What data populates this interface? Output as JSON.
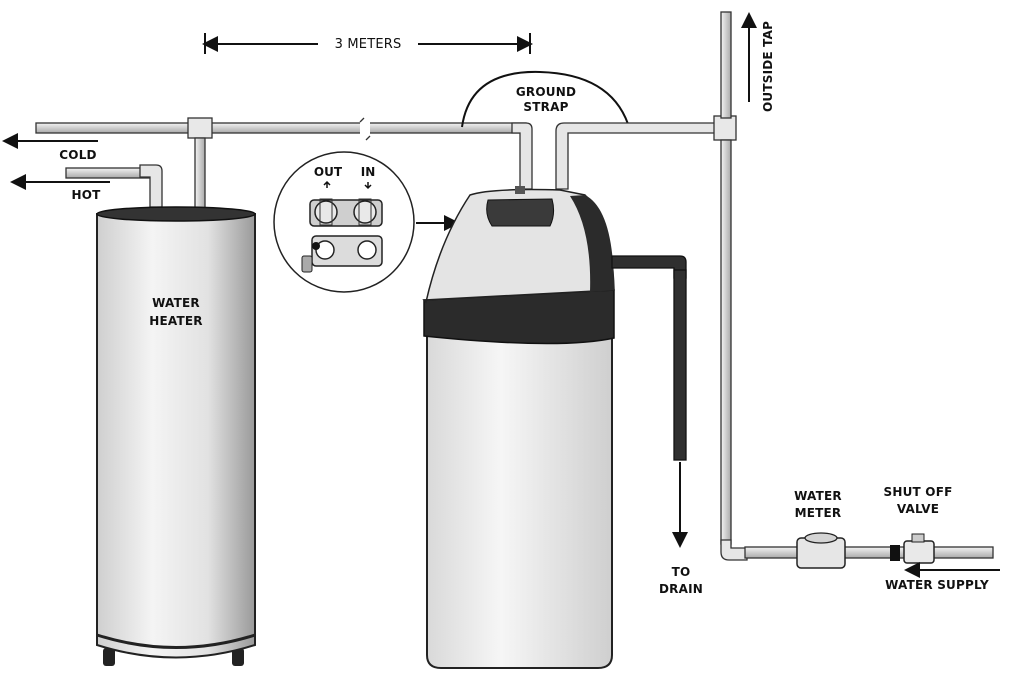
{
  "labels": {
    "distance": "3 METERS",
    "ground_strap_1": "GROUND",
    "ground_strap_2": "STRAP",
    "cold": "COLD",
    "hot": "HOT",
    "water_heater_1": "WATER",
    "water_heater_2": "HEATER",
    "out": "OUT",
    "in": "IN",
    "outside_tap": "OUTSIDE TAP",
    "to_drain_1": "TO",
    "to_drain_2": "DRAIN",
    "water_meter_1": "WATER",
    "water_meter_2": "METER",
    "shut_off_1": "SHUT OFF",
    "shut_off_2": "VALVE",
    "water_supply": "WATER SUPPLY"
  },
  "colors": {
    "pipe_fill": "#d9d9d9",
    "pipe_stroke": "#333333",
    "softener_top": "#2b2b2b",
    "softener_body": "#efefef",
    "heater_body": "#e6e6e6"
  }
}
